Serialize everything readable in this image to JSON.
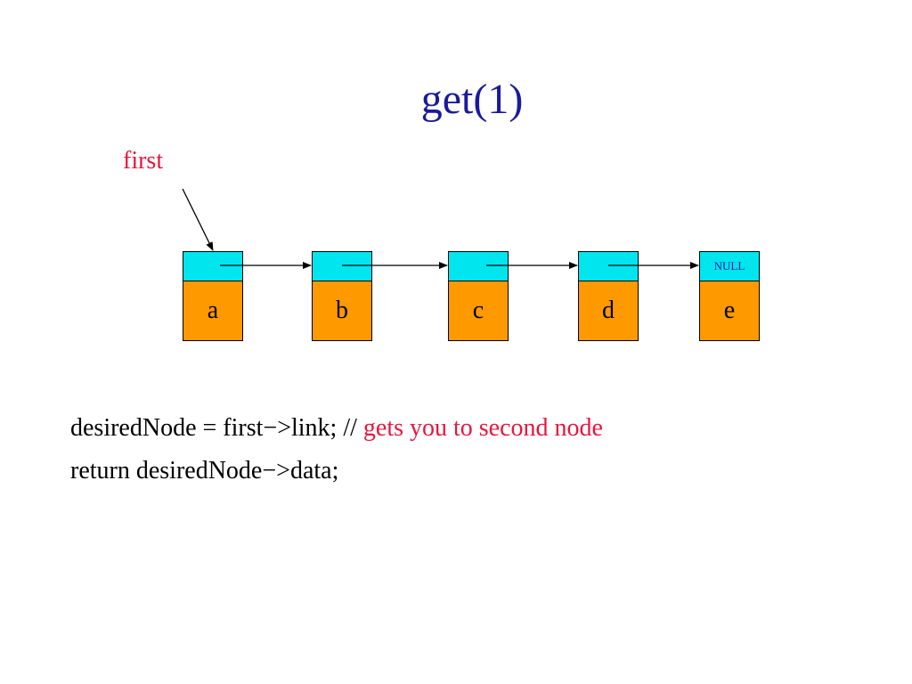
{
  "title": "get(1)",
  "pointer_label": "first",
  "nodes": [
    {
      "data": "a",
      "link": ""
    },
    {
      "data": "b",
      "link": ""
    },
    {
      "data": "c",
      "link": ""
    },
    {
      "data": "d",
      "link": ""
    },
    {
      "data": "e",
      "link": "NULL"
    }
  ],
  "code": {
    "line1": {
      "statement": "desiredNode = first−>link;",
      "comment_marker": "//",
      "comment_text": "gets you to second node"
    },
    "line2": {
      "statement": "return desiredNode−>data;"
    }
  },
  "colors": {
    "title": "#1a1a9c",
    "accent": "#e8153f",
    "link_field": "#00e5ee",
    "data_field": "#ff9900"
  }
}
